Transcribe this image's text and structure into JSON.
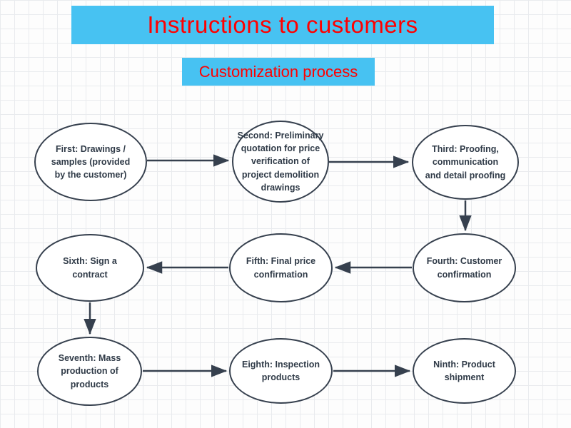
{
  "title": {
    "text": "Instructions to customers"
  },
  "subtitle": {
    "text": "Customization process"
  },
  "colors": {
    "banner_bg": "#47c2f2",
    "title_text": "#ff0000",
    "node_border": "#36404e",
    "node_text": "#2f3a47",
    "arrow": "#36404e",
    "grid_line": "#e9ebee",
    "background": "#fdfdfd"
  },
  "nodes": [
    {
      "id": "first",
      "label": "First: Drawings / samples (provided by the customer)"
    },
    {
      "id": "second",
      "label": "Second: Preliminary quotation for price verification of project demolition drawings"
    },
    {
      "id": "third",
      "label": "Third: Proofing, communication and detail proofing"
    },
    {
      "id": "fourth",
      "label": "Fourth: Customer confirmation"
    },
    {
      "id": "fifth",
      "label": "Fifth: Final price confirmation"
    },
    {
      "id": "sixth",
      "label": "Sixth: Sign a contract"
    },
    {
      "id": "seventh",
      "label": "Seventh: Mass production of products"
    },
    {
      "id": "eighth",
      "label": "Eighth: Inspection products"
    },
    {
      "id": "ninth",
      "label": "Ninth: Product shipment"
    }
  ],
  "edges": [
    {
      "from": "first",
      "to": "second"
    },
    {
      "from": "second",
      "to": "third"
    },
    {
      "from": "third",
      "to": "fourth"
    },
    {
      "from": "fourth",
      "to": "fifth"
    },
    {
      "from": "fifth",
      "to": "sixth"
    },
    {
      "from": "sixth",
      "to": "seventh"
    },
    {
      "from": "seventh",
      "to": "eighth"
    },
    {
      "from": "eighth",
      "to": "ninth"
    }
  ]
}
